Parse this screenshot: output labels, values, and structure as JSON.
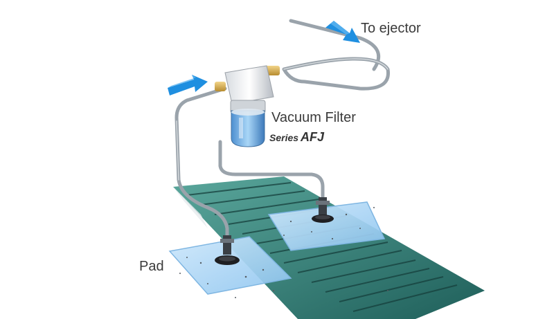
{
  "labels": {
    "to_ejector": "To ejector",
    "vacuum_filter": "Vacuum Filter",
    "series_prefix": "Series",
    "series_model": "AFJ",
    "pad": "Pad"
  },
  "colors": {
    "arrow": "#1f8fe0",
    "tube": "#9aa3ab",
    "conveyor": "#3f8f86",
    "workpiece": "#a9d4f2",
    "filter_bowl": "#6fb0e6",
    "text": "#3a3a3a"
  },
  "icons": {
    "flow_arrow": "arrow-right-icon",
    "filter": "vacuum-filter-icon",
    "suction_pad": "suction-pad-icon"
  }
}
